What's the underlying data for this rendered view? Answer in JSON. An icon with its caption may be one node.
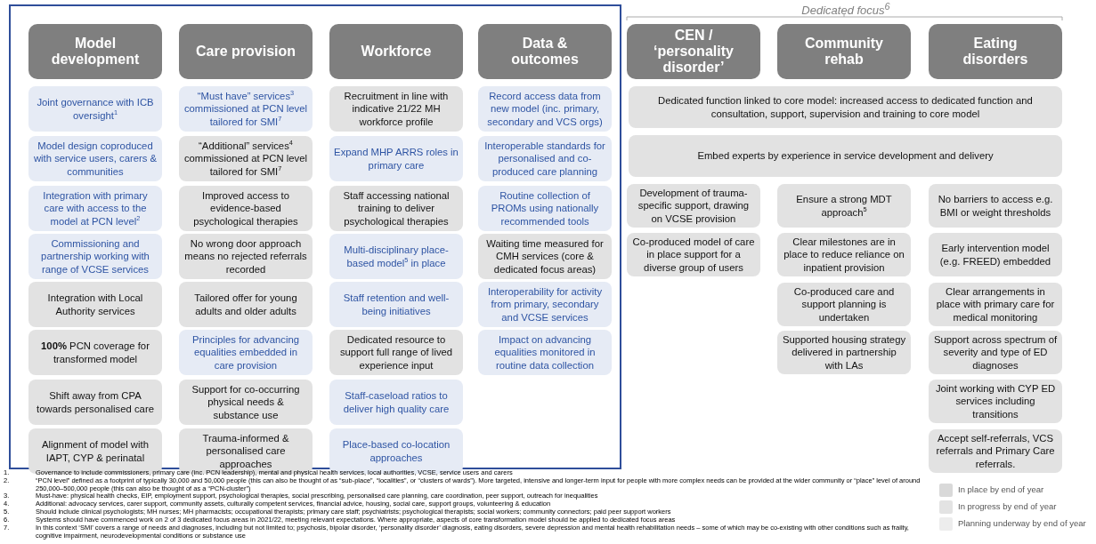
{
  "diagram": {
    "nodes": [
      {
        "text": [
          "Model development"
        ]
      },
      {
        "text": [
          "Joint governance with ICB oversight$^{1}$"
        ]
      },
      {
        "text": [
          "Model design coproduced with service users, carers & communities"
        ]
      },
      {
        "text": [
          "Integration with primary care with access to the model at PCN level$^{2}$"
        ]
      },
      {
        "text": [
          "Commissioning and partnership working with range of VCSE services"
        ]
      },
      {
        "text": [
          "Integration with Local Authority services"
        ]
      },
      {
        "text": [
          "**100%** PCN coverage  for transformed model"
        ]
      },
      {
        "text": [
          "Shift away from CPA towards personalised care"
        ]
      },
      {
        "text": [
          "Alignment of model with IAPT, CYP & perinatal"
        ]
      },
      {
        "text": [
          "Care provision"
        ]
      },
      {
        "text": [
          "“Must have” services$^{3}$ commissioned at PCN level tailored for SMI$^{7}$"
        ]
      },
      {
        "text": [
          "“Additional” services$^{4}$ commissioned at PCN level tailored for SMI$^{7}$"
        ]
      },
      {
        "text": [
          "Improved access to evidence-based psychological therapies"
        ]
      },
      {
        "text": [
          "No wrong door approach means no rejected referrals recorded"
        ]
      },
      {
        "text": [
          "Tailored offer for young adults and older adults"
        ]
      },
      {
        "text": [
          "Principles for advancing equalities embedded in care provision"
        ]
      },
      {
        "text": [
          "Support for co-occurring physical needs & substance use"
        ]
      },
      {
        "text": [
          "Trauma-informed & personalised care approaches"
        ]
      },
      {
        "text": [
          "Workforce"
        ]
      },
      {
        "text": [
          "Recruitment in line with indicative 21/22 MH workforce profile"
        ]
      },
      {
        "text": [
          "Expand MHP ARRS roles in primary care"
        ]
      },
      {
        "text": [
          "Staff accessing national training to deliver psychological therapies"
        ]
      },
      {
        "text": [
          "Multi-disciplinary place-based model$^{5}$ in place"
        ]
      },
      {
        "text": [
          "Staff retention and well-being initiatives"
        ]
      },
      {
        "text": [
          "Dedicated resource to support full range of lived experience input"
        ]
      },
      {
        "text": [
          "Staff-caseload ratios to deliver high quality care"
        ]
      },
      {
        "text": [
          "Place-based co-location approaches"
        ]
      },
      {
        "text": [
          "Data & outcomes"
        ]
      },
      {
        "text": [
          "Record access data from new model (inc. primary, secondary and VCS orgs)"
        ]
      },
      {
        "text": [
          "Interoperable standards for personalised and co-produced care planning"
        ]
      },
      {
        "text": [
          "Routine collection of PROMs using nationally recommended tools"
        ]
      },
      {
        "text": [
          "Waiting time measured for CMH services (core & dedicated focus areas)"
        ]
      },
      {
        "text": [
          "Interoperability for activity from primary, secondary and VCSE services"
        ]
      },
      {
        "text": [
          "Impact on advancing equalities monitored in routine data collection"
        ]
      },
      {
        "text": [
          "CEN / ‘personality disorder’"
        ]
      },
      {
        "text": [
          "Community rehab"
        ]
      },
      {
        "text": [
          "Eating disorders"
        ]
      },
      {
        "text": [
          "Dedicated function linked to core model: increased access to dedicated function and consultation, support, supervision and training to core model"
        ]
      },
      {
        "text": [
          "Embed experts by experience in service development and delivery"
        ]
      },
      {
        "text": [
          "Development of trauma-specific support, drawing on VCSE provision"
        ]
      },
      {
        "text": [
          "Co-produced model of care in place support for a diverse group of users"
        ]
      },
      {
        "text": [
          "Ensure a strong MDT approach$^{5}$"
        ]
      },
      {
        "text": [
          "Clear milestones are in place to reduce reliance on inpatient provision"
        ]
      },
      {
        "text": [
          "Co-produced care and support planning is undertaken"
        ]
      },
      {
        "text": [
          "Supported housing strategy delivered in partnership with LAs"
        ]
      },
      {
        "text": [
          "No barriers to access e.g. BMI or weight thresholds"
        ]
      },
      {
        "text": [
          "Early intervention model (e.g. FREED) embedded"
        ]
      },
      {
        "text": [
          "Clear arrangements in place with primary care for medical monitoring"
        ]
      },
      {
        "text": [
          "Support across spectrum of severity and type of ED diagnoses"
        ]
      },
      {
        "text": [
          "Joint working with CYP ED services including transitions"
        ]
      },
      {
        "text": [
          "Accept self-referrals, VCS referrals and Primary Care referrals."
        ]
      }
    ],
    "labels": [
      "Dedicated focus$^{6}$",
      "1.",
      "Governance to include commissioners, primary care (inc. PCN leadership), mental and physical health services, local authorities, VCSE, service users and carers",
      "2.",
      "“PCN level” defined as a footprint of typically 30,000 and 50,000 people (this can also be thought of as “sub-place”, “localities”, or “clusters of wards”). More targeted, intensive and longer-term input for people with more complex needs can be provided at the wider community or “place” level of around 250,000–500,000 people (this can also be thought of as a “PCN-cluster”)",
      "3.",
      "Must-have: physical health checks, EIP, employment support, psychological therapies, social prescribing, personalised care planning, care coordination, peer support, outreach for inequalities",
      "4.",
      "Additional: advocacy services, carer support, community assets, culturally competent services, financial advice, housing, social care, support groups, volunteering & education",
      "5.",
      "Should include clinical psychologists; MH nurses; MH pharmacists; occupational therapists; primary care staff; psychiatrists; psychological therapists; social workers; community connectors; paid peer support workers",
      "6.",
      "Systems should have commenced work on 2 of 3 dedicated focus areas in 2021/22, meeting relevant expectations. Where appropriate, aspects of core transformation model should be applied to dedicated focus areas",
      "7.",
      "In this context ‘SMI’ covers a range of needs and diagnoses, including but not limited to; psychosis, bipolar disorder, ‘personality disorder’ diagnosis, eating disorders, severe depression and mental health rehabilitation needs – some of which may be co-existing with other conditions such as frailty, cognitive impairment, neurodevelopmental conditions or substance use"
    ],
    "legend": [
      {
        "text": "In place by end of year",
        "color": "#d9d9d9"
      },
      {
        "text": "In progress by end of year",
        "color": "#e3e3e3"
      },
      {
        "text": "Planning underway by end of year",
        "color": "#ededed"
      }
    ]
  }
}
